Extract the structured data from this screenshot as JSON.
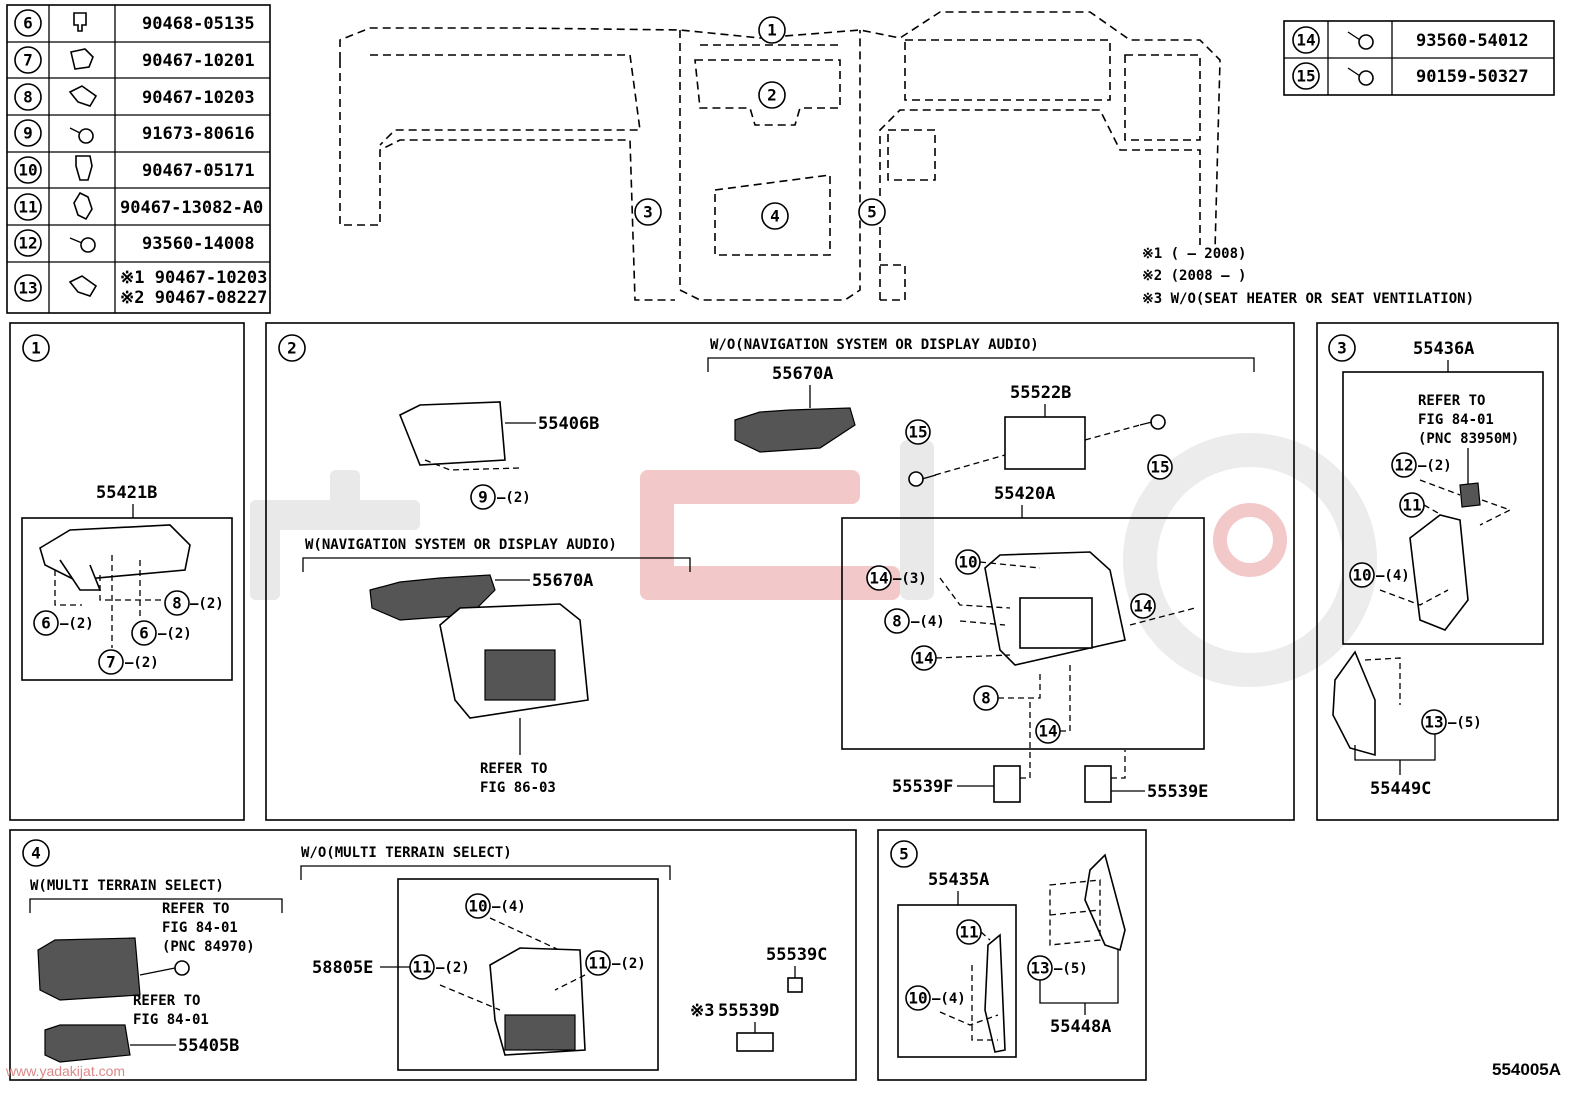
{
  "table_left": [
    {
      "ref": "6",
      "pn": "90468-05135"
    },
    {
      "ref": "7",
      "pn": "90467-10201"
    },
    {
      "ref": "8",
      "pn": "90467-10203"
    },
    {
      "ref": "9",
      "pn": "91673-80616"
    },
    {
      "ref": "10",
      "pn": "90467-05171"
    },
    {
      "ref": "11",
      "pn": "90467-13082-A0"
    },
    {
      "ref": "12",
      "pn": "93560-14008"
    },
    {
      "ref": "13",
      "pn_1": "※1 90467-10203",
      "pn_2": "※2 90467-08227"
    }
  ],
  "table_right": [
    {
      "ref": "14",
      "pn": "93560-54012"
    },
    {
      "ref": "15",
      "pn": "90159-50327"
    }
  ],
  "notes": [
    "※1 (    – 2008)",
    "※2 (2008 –    )",
    "※3 W/O(SEAT HEATER OR SEAT VENTILATION)"
  ],
  "overview_callouts": [
    "1",
    "2",
    "3",
    "4",
    "5"
  ],
  "panel1": {
    "num": "1",
    "part": "55421B",
    "q6a": "–(2)",
    "q8": "–(2)",
    "q6b": "–(2)",
    "q7": "–(2)"
  },
  "panel2": {
    "num": "2",
    "wo_nav": "W/O(NAVIGATION SYSTEM OR DISPLAY AUDIO)",
    "w_nav": "W(NAVIGATION SYSTEM OR DISPLAY AUDIO)",
    "p55406B": "55406B",
    "q9": "–(2)",
    "p55670A_1": "55670A",
    "p55670A_2": "55670A",
    "p55522B": "55522B",
    "p55420A": "55420A",
    "q14a": "–(3)",
    "q8a": "–(4)",
    "refer": "REFER TO",
    "refer_fig": "FIG 86-03",
    "p55539F": "55539F",
    "p55539E": "55539E"
  },
  "panel3": {
    "num": "3",
    "part": "55436A",
    "refer": "REFER TO",
    "refer_fig": "FIG 84-01",
    "refer_pnc": "(PNC 83950M)",
    "q12": "–(2)",
    "q10": "–(4)",
    "q13": "–(5)",
    "p55449C": "55449C"
  },
  "panel4": {
    "num": "4",
    "w_mts": "W(MULTI TERRAIN SELECT)",
    "wo_mts": "W/O(MULTI TERRAIN SELECT)",
    "refer1": "REFER TO",
    "refer1_fig": "FIG 84-01",
    "refer1_pnc": "(PNC 84970)",
    "refer2": "REFER TO",
    "refer2_fig": "FIG 84-01",
    "p55405B": "55405B",
    "q10": "–(4)",
    "p58805E": "58805E",
    "q11a": "–(2)",
    "q11b": "–(2)",
    "p55539C": "55539C",
    "p55539D": "55539D",
    "p55539D_mark": "※3"
  },
  "panel5": {
    "num": "5",
    "p55435A": "55435A",
    "q10": "–(4)",
    "q13": "–(5)",
    "p55448A": "55448A"
  },
  "website": "www.yadakijat.com",
  "diagram_code": "554005A"
}
